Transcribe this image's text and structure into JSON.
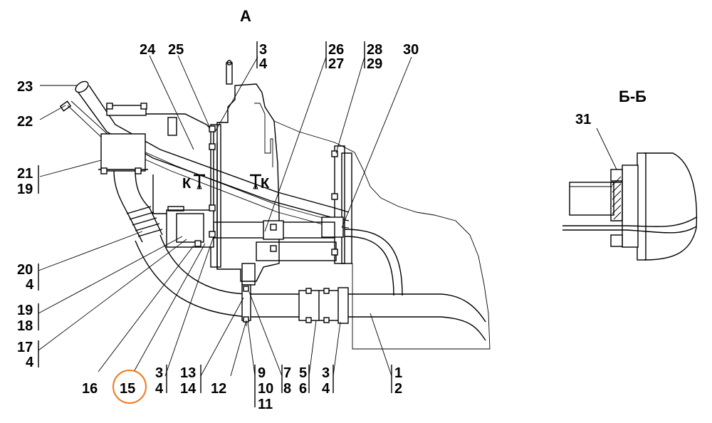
{
  "view_label": "А",
  "section_label": "Б-Б",
  "cut_marks": [
    "К",
    "К"
  ],
  "highlight_color": "#f07a20",
  "highlighted_callout": "15",
  "callouts": {
    "c1": "1",
    "c2": "2",
    "c3a": "3",
    "c3b": "3",
    "c3c": "3",
    "c4a": "4",
    "c4b": "4",
    "c4c": "4",
    "c4d": "4",
    "c4e": "4",
    "c5": "5",
    "c6": "6",
    "c7": "7",
    "c8": "8",
    "c9": "9",
    "c10": "10",
    "c11": "11",
    "c12": "12",
    "c13": "13",
    "c14": "14",
    "c15": "15",
    "c16": "16",
    "c17": "17",
    "c18": "18",
    "c19a": "19",
    "c19b": "19",
    "c20": "20",
    "c21": "21",
    "c22": "22",
    "c23": "23",
    "c24": "24",
    "c25": "25",
    "c26": "26",
    "c27": "27",
    "c28": "28",
    "c29": "29",
    "c30": "30",
    "c31": "31"
  }
}
